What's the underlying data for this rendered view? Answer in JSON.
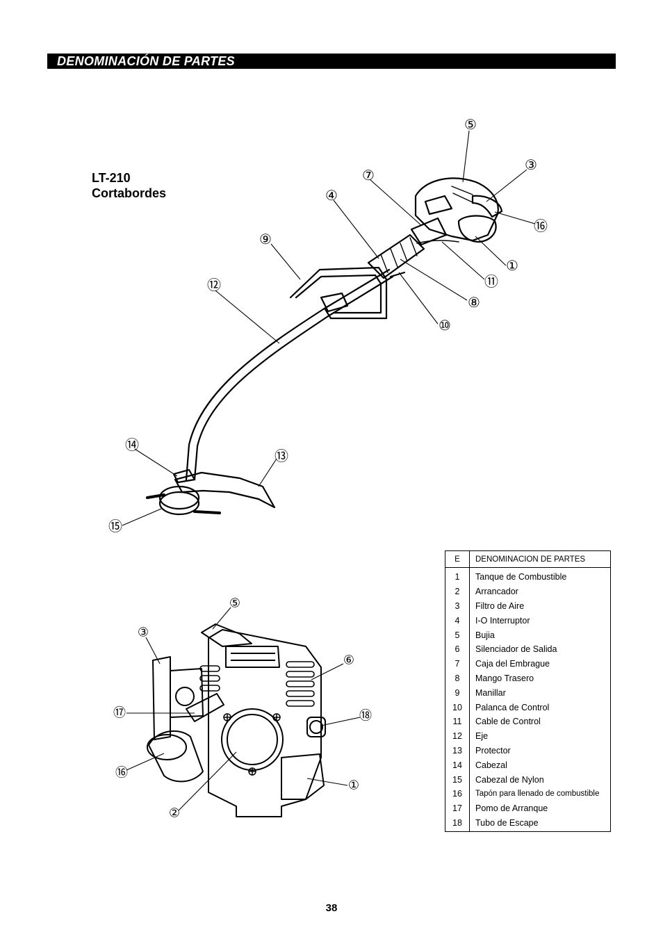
{
  "header": {
    "title": "DENOMINACIÓN DE PARTES"
  },
  "model": {
    "line1": "LT-210",
    "line2": "Cortabordes"
  },
  "diagram_top": {
    "callouts": [
      "⑤",
      "③",
      "⑦",
      "④",
      "⑯",
      "⑨",
      "①",
      "⑪",
      "⑫",
      "⑧",
      "⑩",
      "⑭",
      "⑬",
      "⑮"
    ]
  },
  "diagram_bottom": {
    "callouts": [
      "⑤",
      "③",
      "⑥",
      "⑰",
      "⑱",
      "⑯",
      "①",
      "②"
    ]
  },
  "parts_table": {
    "header_num": "E",
    "header_name": "DENOMINACION DE PARTES",
    "rows": [
      {
        "num": "1",
        "name": "Tanque de Combustible"
      },
      {
        "num": "2",
        "name": "Arrancador"
      },
      {
        "num": "3",
        "name": "Filtro de Aire"
      },
      {
        "num": "4",
        "name": "I-O Interruptor"
      },
      {
        "num": "5",
        "name": "Bujia"
      },
      {
        "num": "6",
        "name": "Silenciador de Salida"
      },
      {
        "num": "7",
        "name": "Caja del Embrague"
      },
      {
        "num": "8",
        "name": "Mango Trasero"
      },
      {
        "num": "9",
        "name": "Manillar"
      },
      {
        "num": "10",
        "name": "Palanca de Control"
      },
      {
        "num": "11",
        "name": "Cable de Control"
      },
      {
        "num": "12",
        "name": "Eje"
      },
      {
        "num": "13",
        "name": "Protector"
      },
      {
        "num": "14",
        "name": "Cabezal"
      },
      {
        "num": "15",
        "name": "Cabezal de Nylon"
      },
      {
        "num": "16",
        "name": "Tapón para llenado de combustible"
      },
      {
        "num": "17",
        "name": "Pomo de Arranque"
      },
      {
        "num": "18",
        "name": "Tubo de Escape"
      }
    ]
  },
  "page": {
    "number": "38"
  }
}
